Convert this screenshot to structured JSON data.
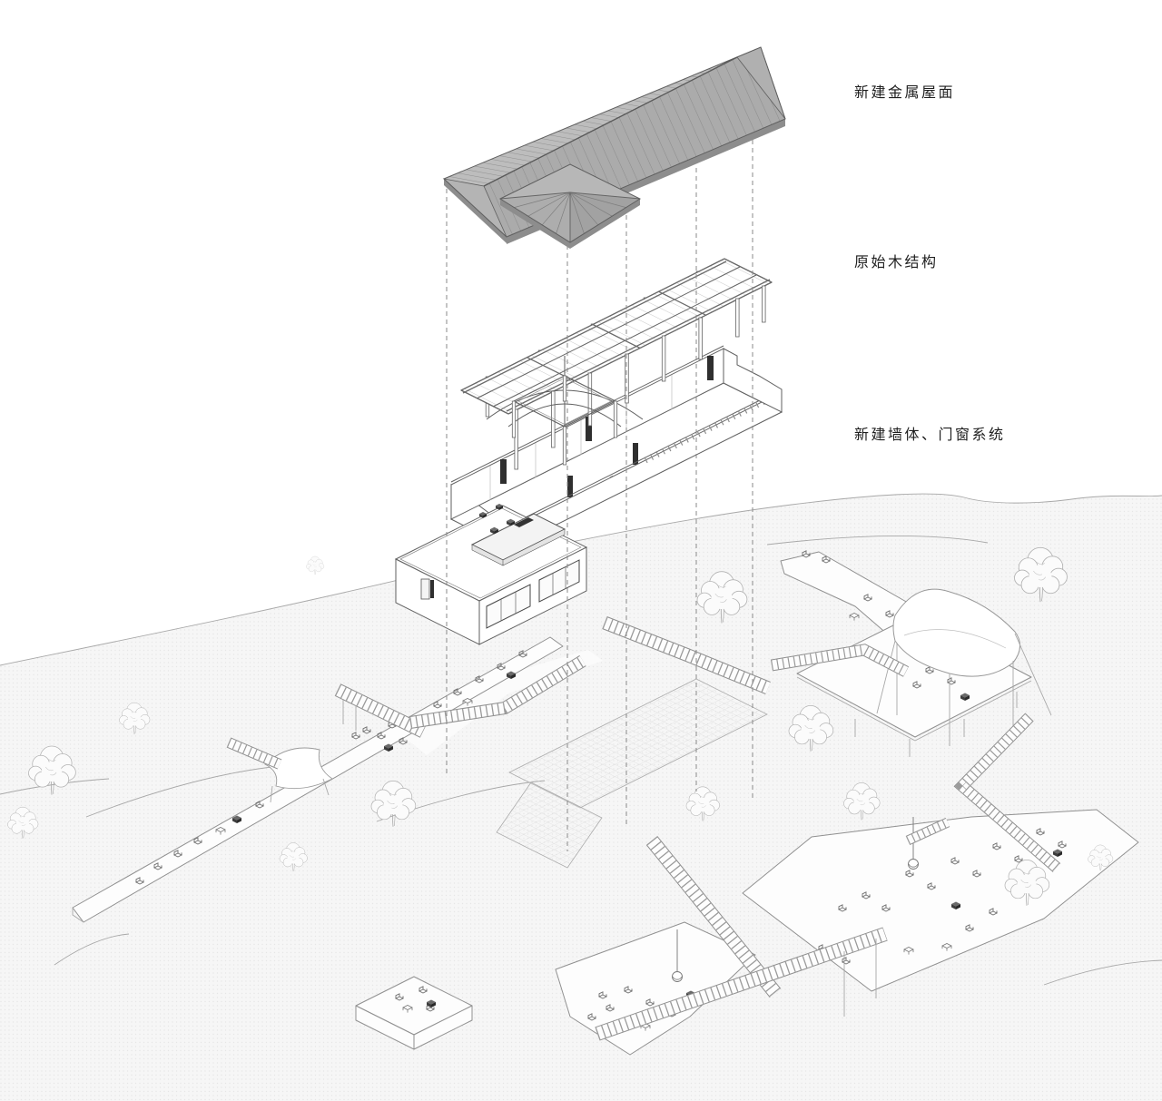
{
  "labels": [
    {
      "id": "metal-roof",
      "text": "新建金属屋面"
    },
    {
      "id": "timber-structure",
      "text": "原始木结构"
    },
    {
      "id": "walls-doors-windows",
      "text": "新建墙体、门窗系统"
    }
  ],
  "colors": {
    "background": "#ffffff",
    "roof_back_slope": "#bdbdbd",
    "roof_front_slope": "#ababab",
    "roof_fascia": "#8d8d8d",
    "drawing_line": "#5f5f5f",
    "terrain_line": "#a8a8a8",
    "ground_fill": "#f6f6f6",
    "ground_dots": "#e3e3e3",
    "label_text": "#1f1f1f"
  }
}
